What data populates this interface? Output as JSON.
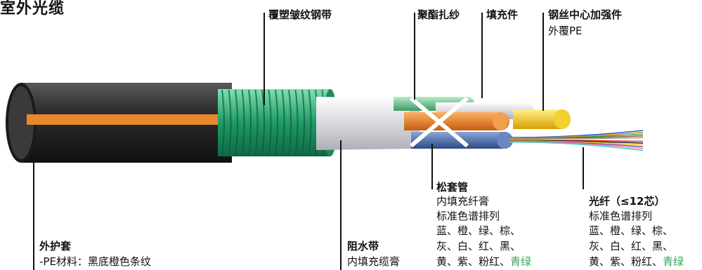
{
  "title": "室外光缆",
  "labels": {
    "armor": "覆塑皱纹钢带",
    "binder": "聚酯扎纱",
    "filler": "填充件",
    "strength": "钢丝中心加强件",
    "strength_sub": "外覆PE",
    "loose_tube": "松套管",
    "loose_tube_lines": [
      "内填充纤膏",
      "标准色谱排列",
      "蓝、橙、绿、棕、",
      "灰、白、红、黑、"
    ],
    "loose_tube_last": "黄、紫、粉红、",
    "loose_tube_last_green": "青绿",
    "fiber": "光纤（≤12芯）",
    "fiber_lines": [
      "标准色谱排列",
      "蓝、橙、绿、棕、",
      "灰、白、红、黑、"
    ],
    "fiber_last": "黄、紫、粉红、",
    "fiber_last_green": "青绿",
    "water_block": "阻水带",
    "water_block_sub": "内填充缆膏",
    "sheath": "外护套",
    "sheath_sub": "-PE材料：黑底橙色条纹"
  },
  "colors": {
    "sheath": "#2b2b2b",
    "stripe": "#e8862a",
    "armor": "#2fae7a",
    "tube_orange": "#e8862a",
    "tube_blue": "#4a6aa6",
    "tube_green": "#5fbf8a",
    "filler": "#e6e6ea",
    "strength": "#f0c020"
  }
}
